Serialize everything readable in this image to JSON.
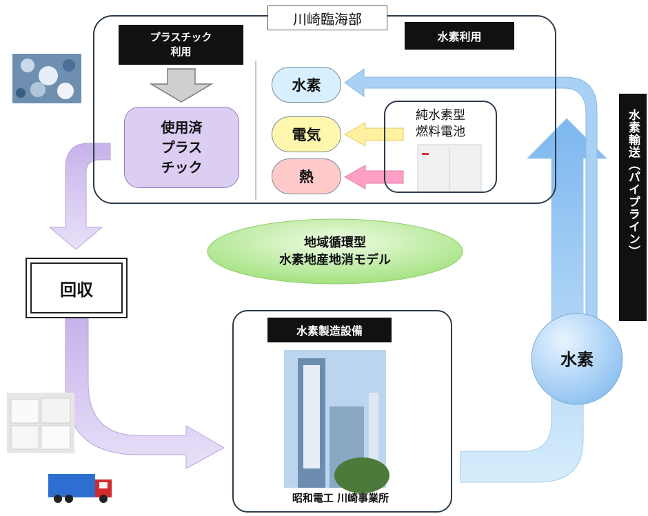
{
  "kawasaki_label": "川崎臨海部",
  "plastic_use_title": "プラスチック利用",
  "plastic_use_lines": [
    "プラスチック",
    "利用"
  ],
  "hydrogen_use_title": "水素利用",
  "used_plastic_lines": [
    "使用済",
    "プラス",
    "チック"
  ],
  "outputs": {
    "hydrogen": "水素",
    "electricity": "電気",
    "heat": "熱"
  },
  "fuel_cell_lines": [
    "純水素型",
    "燃料電池"
  ],
  "center_model_lines": [
    "地域循環型",
    "水素地産地消モデル"
  ],
  "collection_label": "回収",
  "hydrogen_production_title": "水素製造設備",
  "plant_caption": "昭和電工 川崎事業所",
  "hydrogen_circle_label": "水素",
  "transport_vertical": "水素輸送（パイプライン）",
  "colors": {
    "purple_box": "#d9c9f0",
    "purple_arrow": "#c9b6ec",
    "blue_arrow": "#8fc3f2",
    "hydrogen_pill": "#d6efff",
    "electricity_pill": "#fff6a8",
    "heat_pill": "#ffc7c7",
    "center_ellipse": "#c2f0a6",
    "dark_band": "#111111"
  }
}
